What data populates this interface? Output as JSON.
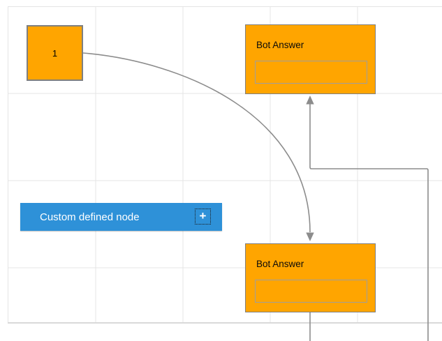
{
  "canvas": {
    "background_color": "#ffffff",
    "grid_color": "#e4e4e4",
    "grid_edge_color": "#d9d9d9"
  },
  "nodes": {
    "start_node": {
      "label": "1",
      "fill_color": "#FFA500",
      "border_color": "#7f7f7f"
    },
    "bot_answer_top": {
      "title": "Bot Answer",
      "field_value": "",
      "fill_color": "#FFA500",
      "border_color": "#7f7f7f"
    },
    "bot_answer_bottom": {
      "title": "Bot Answer",
      "field_value": "",
      "fill_color": "#FFA500",
      "border_color": "#7f7f7f"
    }
  },
  "palette": {
    "custom_node_button": {
      "label": "Custom defined node",
      "plus_icon": "+",
      "fill_color": "#2E91D8",
      "text_color": "#ffffff"
    }
  },
  "connectors": {
    "color": "#8c8c8c"
  }
}
